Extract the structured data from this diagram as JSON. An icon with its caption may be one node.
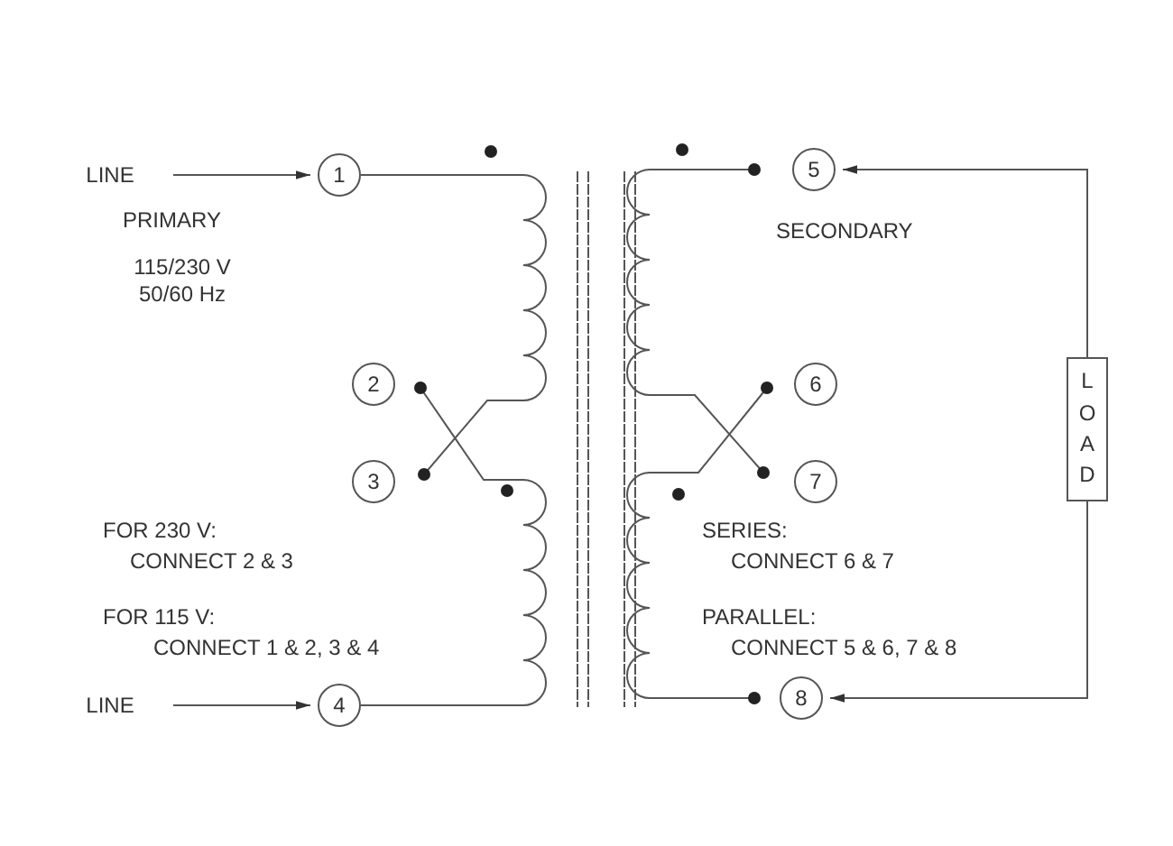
{
  "diagram": {
    "nodes": [
      {
        "text": [
          "LINE"
        ]
      },
      {
        "text": [
          "1"
        ]
      },
      {
        "text": [
          "2"
        ]
      },
      {
        "text": [
          "3"
        ]
      },
      {
        "text": [
          "LINE"
        ]
      },
      {
        "text": [
          "4"
        ]
      },
      {
        "text": [
          "5"
        ]
      },
      {
        "text": [
          "6"
        ]
      },
      {
        "text": [
          "7"
        ]
      },
      {
        "text": [
          "8"
        ]
      },
      {
        "text": [
          "LOAD"
        ]
      }
    ],
    "edges": [
      {
        "from": 0,
        "to": 1,
        "arrow": "to"
      },
      {
        "from": 4,
        "to": 5,
        "arrow": "to"
      },
      {
        "from": 10,
        "to": 6,
        "arrow": "to"
      },
      {
        "from": 10,
        "to": 9,
        "arrow": "to"
      }
    ],
    "labels": [
      "PRIMARY",
      "115/230 V 50/60 Hz",
      "SECONDARY",
      "FOR 230 V:",
      "CONNECT 2 & 3",
      "SERIES:",
      "CONNECT 6 & 7",
      "FOR 115 V:",
      "CONNECT 1 & 2, 3 & 4",
      "PARALLEL:",
      "CONNECT 5 & 6, 7 & 8"
    ]
  }
}
